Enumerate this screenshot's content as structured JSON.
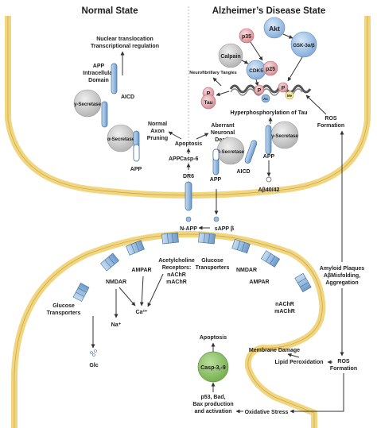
{
  "headers": {
    "normal": "Normal State",
    "alzheimers": "Alzheimer’s Disease State"
  },
  "normal": {
    "nuclear_1": "Nuclear translocation",
    "nuclear_2": "Transcriptional regulation",
    "app_icd_1": "APP",
    "app_icd_2": "Intracellular",
    "app_icd_3": "Domain",
    "gamma_secretase": "γ-Secretase",
    "aicd": "AICD",
    "alpha_secretase": "α-Secretase",
    "app": "APP",
    "normal_axon_1": "Normal",
    "normal_axon_2": "Axon",
    "normal_axon_3": "Pruning"
  },
  "ad": {
    "akt": "Akt",
    "p35": "p35",
    "calpain": "Calpain",
    "gsk": "GSK-3α/β",
    "cdk5": "CDK5",
    "p25": "p25",
    "tangles": "Neurofibrillary Tangles",
    "p": "P",
    "tau": "Tau",
    "ac": "Ac",
    "me": "Me",
    "hyperphos": "Hyperphosphorylation of Tau",
    "ros": "ROS",
    "formation": "Formation",
    "aberrant_1": "Aberrant",
    "aberrant_2": "Neuronal",
    "aberrant_3": "Death",
    "beta_secretase": "β-Secretase",
    "aicd": "AICD",
    "app": "APP",
    "gamma_secretase": "γ-Secretase",
    "abeta": "Aβ40/42"
  },
  "shared": {
    "apoptosis": "Apoptosis",
    "app_label": "APP",
    "casp6": "Casp-6",
    "dr6": "DR6",
    "app2": "APP",
    "n_app": "N-APP",
    "sapp": "sAPP β"
  },
  "post": {
    "nmdar_left": "NMDAR",
    "ampar_left": "AMPAR",
    "ach_1": "Acetylcholine",
    "ach_2": "Receptors:",
    "ach_3": "nAChR",
    "ach_4": "mAChR",
    "glut_1": "Glucose",
    "glut_2": "Transporters",
    "nmdar_right": "NMDAR",
    "ampar_right": "AMPAR",
    "nachr": "nAChR",
    "machr": "mAChR",
    "glut_left_1": "Glucose",
    "glut_left_2": "Transporters",
    "na": "Na⁺",
    "ca": "Ca²⁺",
    "glc": "Glc",
    "plaques_1": "Amyloid Plaques",
    "plaques_2": "AβMisfolding,",
    "plaques_3": "Aggregation",
    "apoptosis": "Apoptosis",
    "casp": "Casp-3,-9",
    "membrane_damage": "Membrane Damage",
    "lipid": "Lipid Peroxidation",
    "ros": "ROS",
    "formation": "Formation",
    "p53_1": "p53, Bad,",
    "p53_2": "Bax production",
    "p53_3": "and activation",
    "oxidative": "Oxidative Stress"
  },
  "colors": {
    "membrane": "#f2d57f",
    "membrane_edge": "#c9a94e",
    "receptor": "#8fb5dc",
    "receptor_edge": "#3f6e9c",
    "grey_enzyme": "#c4c4c4",
    "pink": "#e5a0a6",
    "green": "#8cc06b"
  }
}
